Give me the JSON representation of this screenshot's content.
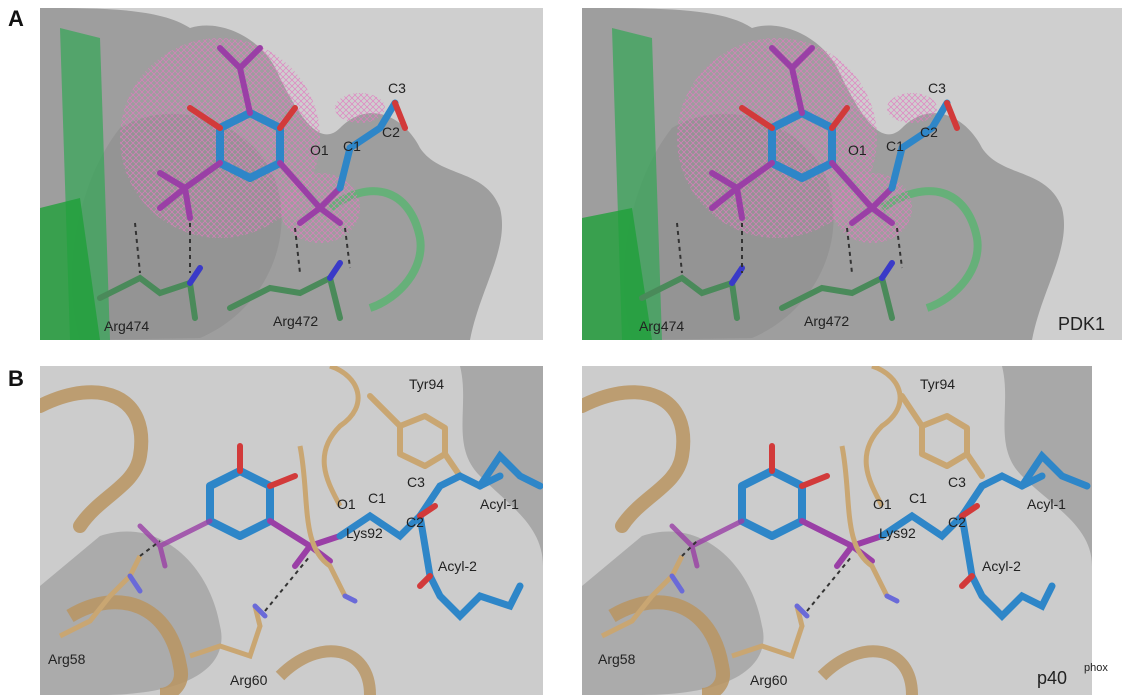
{
  "panels": [
    {
      "letter": "A",
      "labels": {
        "c3": "C3",
        "c2": "C2",
        "c1": "C1",
        "o1": "O1",
        "arg474": "Arg474",
        "arg472": "Arg472"
      },
      "protein": "PDK1"
    },
    {
      "letter": "B",
      "labels": {
        "tyr94": "Tyr94",
        "c3": "C3",
        "c1": "C1",
        "o1": "O1",
        "c2": "C2",
        "lys92": "Lys92",
        "acyl1": "Acyl-1",
        "acyl2": "Acyl-2",
        "arg58": "Arg58",
        "arg60": "Arg60"
      },
      "protein": "p40",
      "protein_sup": "phox"
    }
  ],
  "colors": {
    "ligand": "#2e86c8",
    "oxygen": "#d23a3a",
    "phosphorus": "#9a3fa6",
    "nitrogen": "#3a3ac8",
    "density_mesh": "#e27ac0",
    "pdk1_ribbon": "#3aa55a",
    "p40_ribbon": "#b89460",
    "surface": "#c8c8c8"
  }
}
